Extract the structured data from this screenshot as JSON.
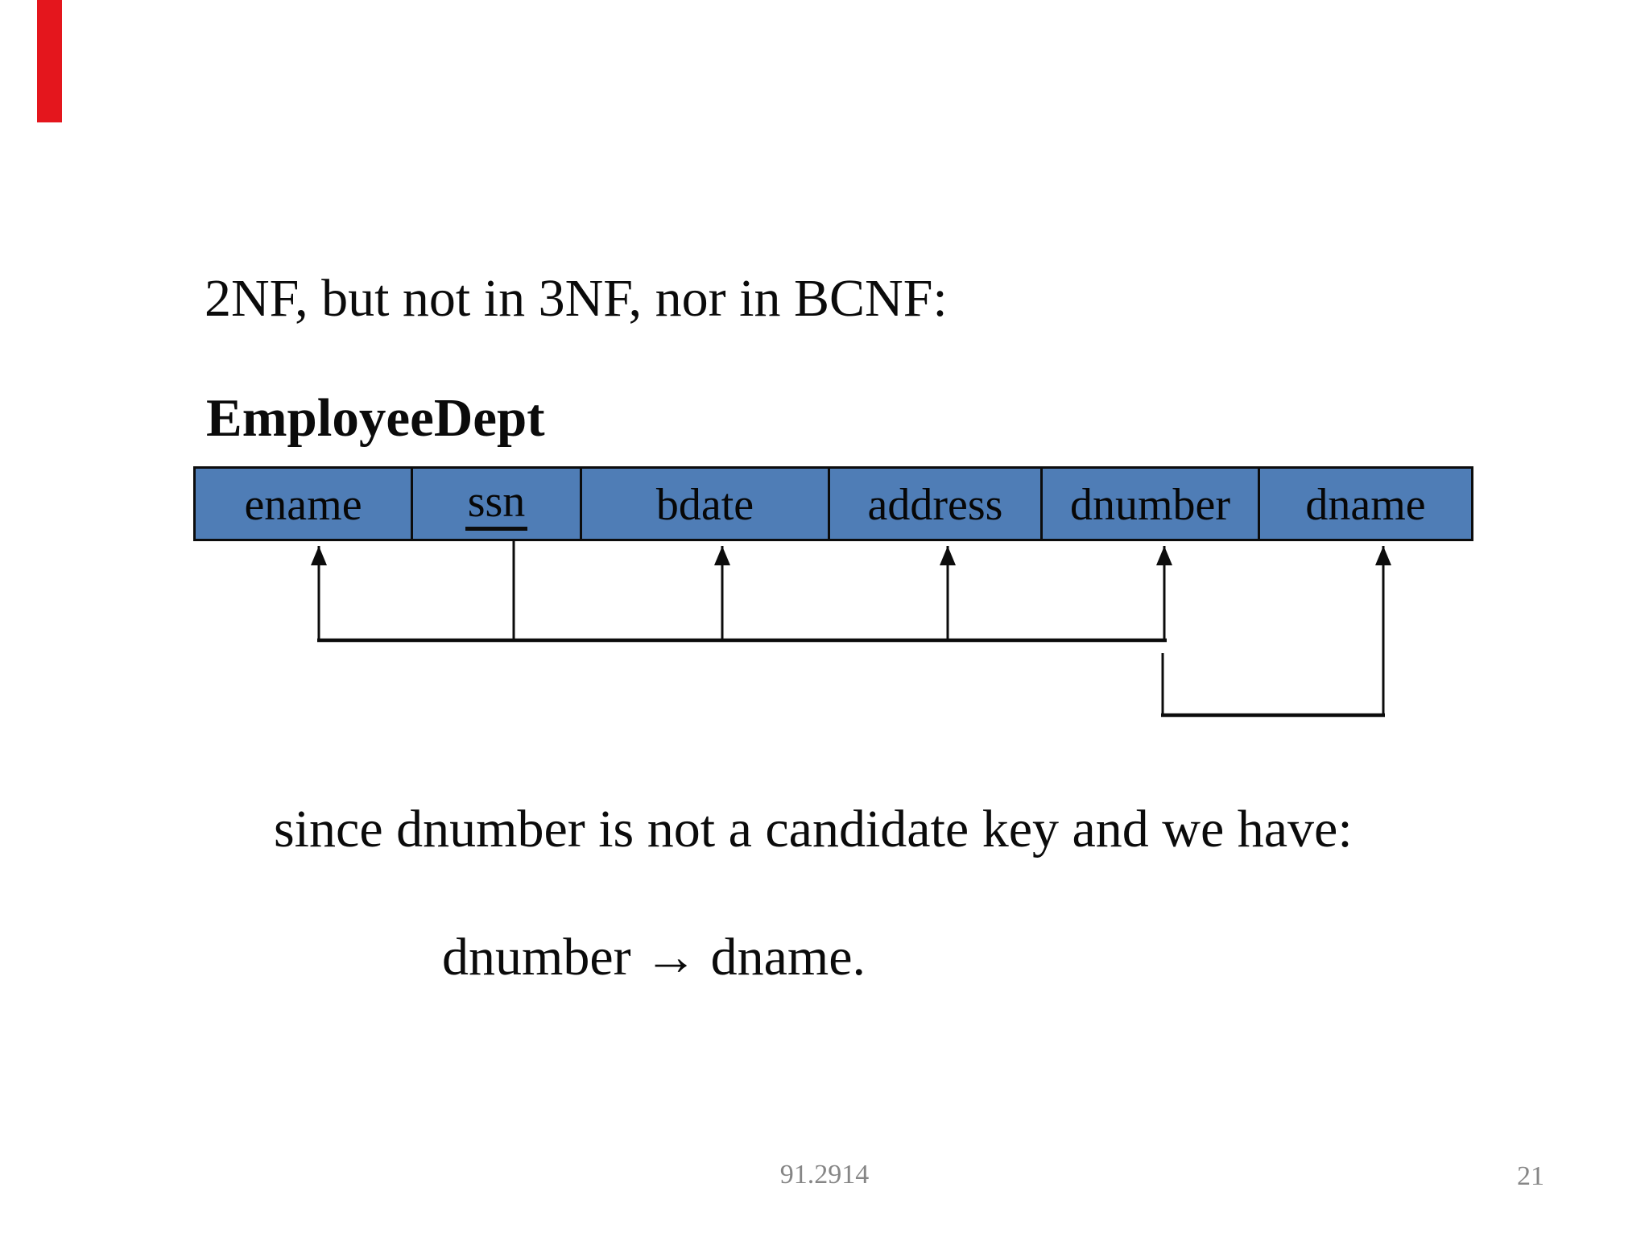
{
  "slide": {
    "title": "2NF, but not in 3NF, nor in BCNF:",
    "relation_name": "EmployeeDept",
    "table": {
      "columns": [
        {
          "label": "ename",
          "primary_key": false
        },
        {
          "label": "ssn",
          "primary_key": true
        },
        {
          "label": "bdate",
          "primary_key": false
        },
        {
          "label": "address",
          "primary_key": false
        },
        {
          "label": "dnumber",
          "primary_key": false
        },
        {
          "label": "dname",
          "primary_key": false
        }
      ]
    },
    "functional_dependencies": [
      {
        "determinant": "ssn",
        "dependents": [
          "ename",
          "bdate",
          "address",
          "dnumber"
        ]
      },
      {
        "determinant": "dnumber",
        "dependents": [
          "dname"
        ]
      }
    ],
    "note": "since dnumber is not a candidate key and we have:",
    "dependency_text": "dnumber → dname.",
    "footer": {
      "center_text": "91.2914",
      "page_number": "21"
    },
    "colors": {
      "header_fill": "#4f7db6",
      "line_color": "#0c0c0c",
      "footer_gray": "#868686",
      "marker_red": "#e4161d"
    }
  }
}
